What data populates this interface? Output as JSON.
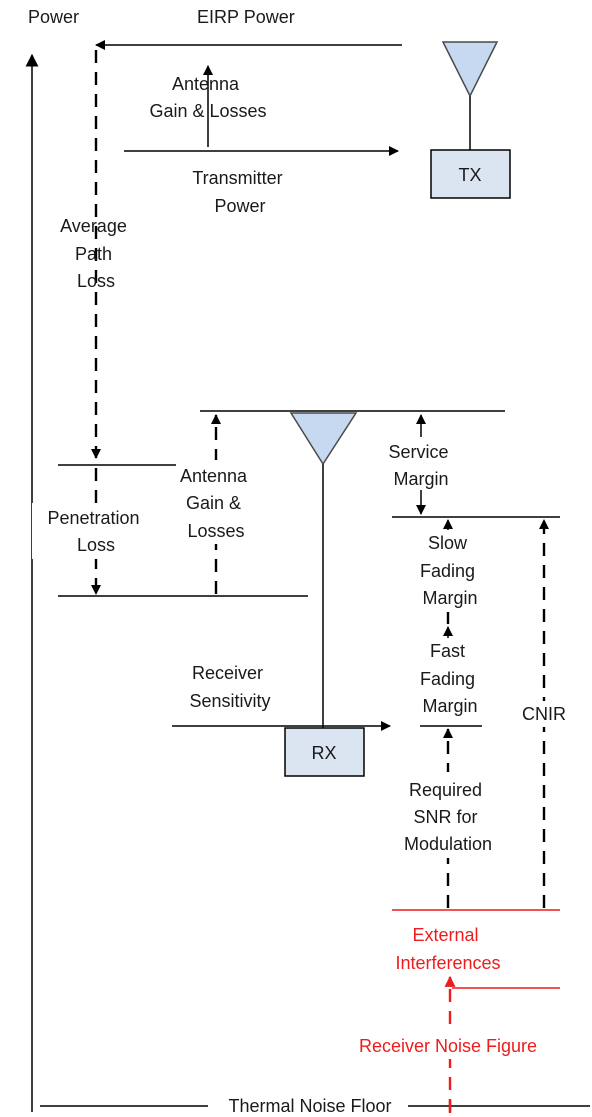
{
  "labels": {
    "power": "Power",
    "eirp": "EIRP Power",
    "tx_gain": [
      "Antenna",
      "Gain & Losses"
    ],
    "tx_power": [
      "Transmitter",
      "Power"
    ],
    "path_loss": [
      "Average",
      "Path",
      "Loss"
    ],
    "rx_gain": [
      "Antenna",
      "Gain &",
      "Losses"
    ],
    "penetration": [
      "Penetration",
      "Loss"
    ],
    "service_margin": [
      "Service",
      "Margin"
    ],
    "slow_fading": [
      "Slow",
      "Fading",
      "Margin"
    ],
    "fast_fading": [
      "Fast",
      "Fading",
      "Margin"
    ],
    "rx_sensitivity": [
      "Receiver",
      "Sensitivity"
    ],
    "cnir": "CNIR",
    "required_snr": [
      "Required",
      "SNR for",
      "Modulation"
    ],
    "ext_interference": [
      "External",
      "Interferences"
    ],
    "rx_noise_figure": "Receiver Noise Figure",
    "thermal_floor": "Thermal Noise Floor"
  },
  "boxes": {
    "tx": "TX",
    "rx": "RX"
  },
  "colors": {
    "text": "#1a1a1a",
    "red": "#ee1c1c",
    "box_fill": "#dbe5f1",
    "antenna_fill": "#c6d9f1"
  }
}
